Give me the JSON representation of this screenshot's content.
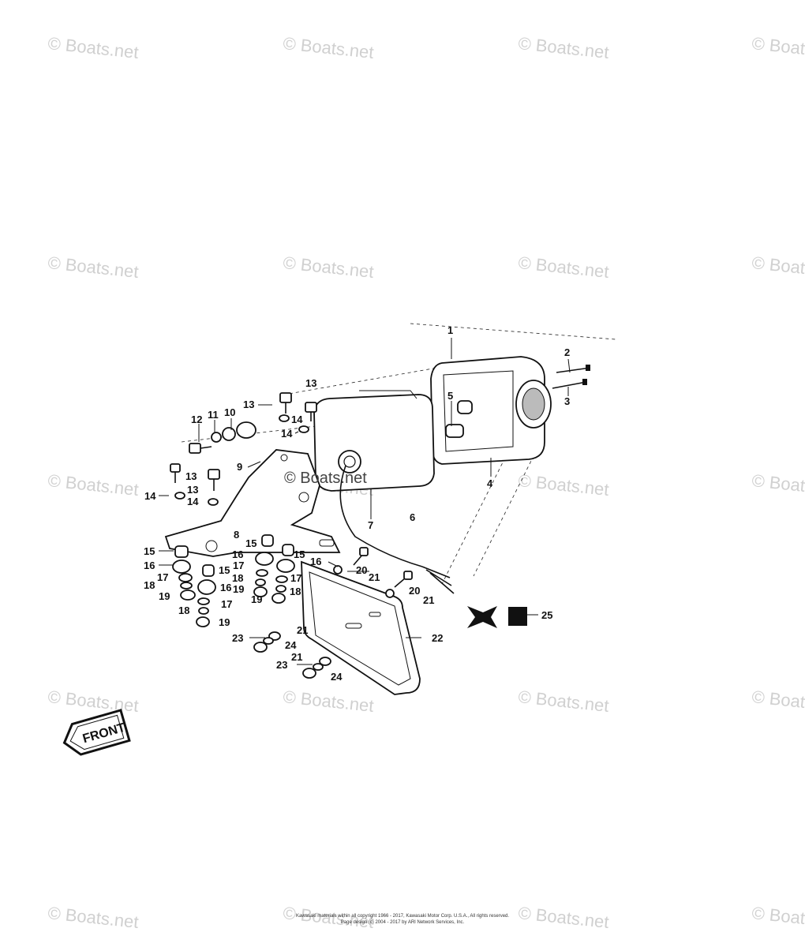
{
  "watermark": "© Boats.net",
  "callouts": [
    {
      "id": "c1",
      "text": "1"
    },
    {
      "id": "c2",
      "text": "2"
    },
    {
      "id": "c3",
      "text": "3"
    },
    {
      "id": "c4",
      "text": "4"
    },
    {
      "id": "c5",
      "text": "5"
    },
    {
      "id": "c6",
      "text": "6"
    },
    {
      "id": "c7",
      "text": "7"
    },
    {
      "id": "c8",
      "text": "8"
    },
    {
      "id": "c9",
      "text": "9"
    },
    {
      "id": "c10",
      "text": "10"
    },
    {
      "id": "c11",
      "text": "11"
    },
    {
      "id": "c12",
      "text": "12"
    },
    {
      "id": "c13a",
      "text": "13"
    },
    {
      "id": "c13b",
      "text": "13"
    },
    {
      "id": "c13c",
      "text": "13"
    },
    {
      "id": "c13d",
      "text": "13"
    },
    {
      "id": "c14a",
      "text": "14"
    },
    {
      "id": "c14b",
      "text": "14"
    },
    {
      "id": "c14c",
      "text": "14"
    },
    {
      "id": "c14d",
      "text": "14"
    },
    {
      "id": "c15a",
      "text": "15"
    },
    {
      "id": "c15b",
      "text": "15"
    },
    {
      "id": "c15c",
      "text": "15"
    },
    {
      "id": "c15d",
      "text": "15"
    },
    {
      "id": "c16a",
      "text": "16"
    },
    {
      "id": "c16b",
      "text": "16"
    },
    {
      "id": "c16c",
      "text": "16"
    },
    {
      "id": "c16d",
      "text": "16"
    },
    {
      "id": "c17a",
      "text": "17"
    },
    {
      "id": "c17b",
      "text": "17"
    },
    {
      "id": "c17c",
      "text": "17"
    },
    {
      "id": "c17d",
      "text": "17"
    },
    {
      "id": "c18a",
      "text": "18"
    },
    {
      "id": "c18b",
      "text": "18"
    },
    {
      "id": "c18c",
      "text": "18"
    },
    {
      "id": "c18d",
      "text": "18"
    },
    {
      "id": "c19a",
      "text": "19"
    },
    {
      "id": "c19b",
      "text": "19"
    },
    {
      "id": "c19c",
      "text": "19"
    },
    {
      "id": "c20a",
      "text": "20"
    },
    {
      "id": "c20b",
      "text": "20"
    },
    {
      "id": "c21a",
      "text": "21"
    },
    {
      "id": "c21b",
      "text": "21"
    },
    {
      "id": "c21c",
      "text": "21"
    },
    {
      "id": "c21d",
      "text": "21"
    },
    {
      "id": "c22",
      "text": "22"
    },
    {
      "id": "c23a",
      "text": "23"
    },
    {
      "id": "c23b",
      "text": "23"
    },
    {
      "id": "c24a",
      "text": "24"
    },
    {
      "id": "c24b",
      "text": "24"
    },
    {
      "id": "c25",
      "text": "25"
    }
  ],
  "front_label": "FRONT",
  "copyright_line1": "Kawasaki materials within all copyright 1966 - 2017, Kawasaki Motor Corp. U.S.A., All rights reserved.",
  "copyright_line2": "Page design (c) 2004 - 2017 by ARI Network Services, Inc."
}
